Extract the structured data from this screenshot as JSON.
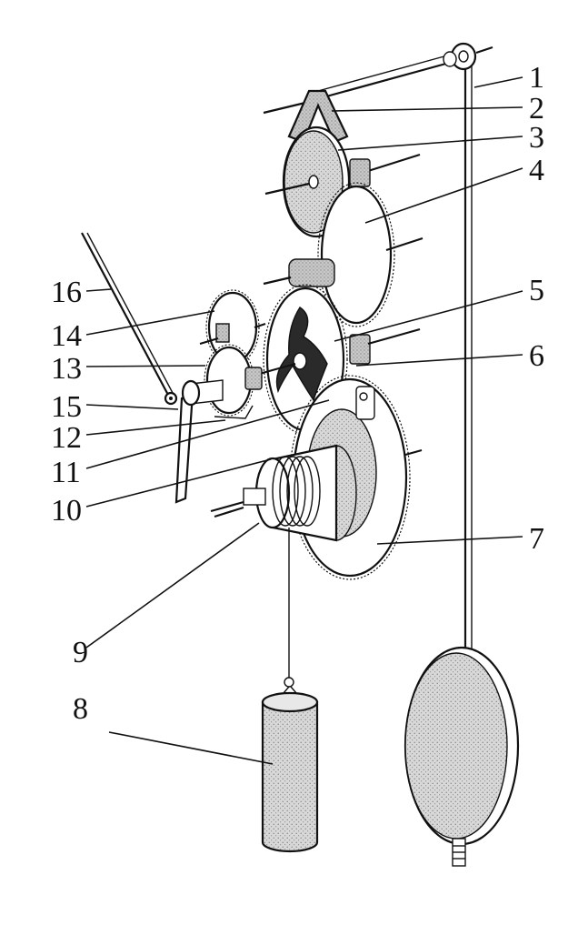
{
  "figure": {
    "part_labels": [
      "1",
      "2",
      "3",
      "4",
      "5",
      "6",
      "7",
      "8",
      "9",
      "10",
      "11",
      "12",
      "13",
      "14",
      "15",
      "16"
    ],
    "colors": {
      "ink": "#111111",
      "stipple": "#cfcfcf",
      "dark_part": "#2a2a2a",
      "paper": "#ffffff"
    },
    "icons": [
      "pendulum-bob",
      "drive-weight",
      "escape-wheel",
      "anchor",
      "gear-train",
      "crank-handle"
    ]
  }
}
